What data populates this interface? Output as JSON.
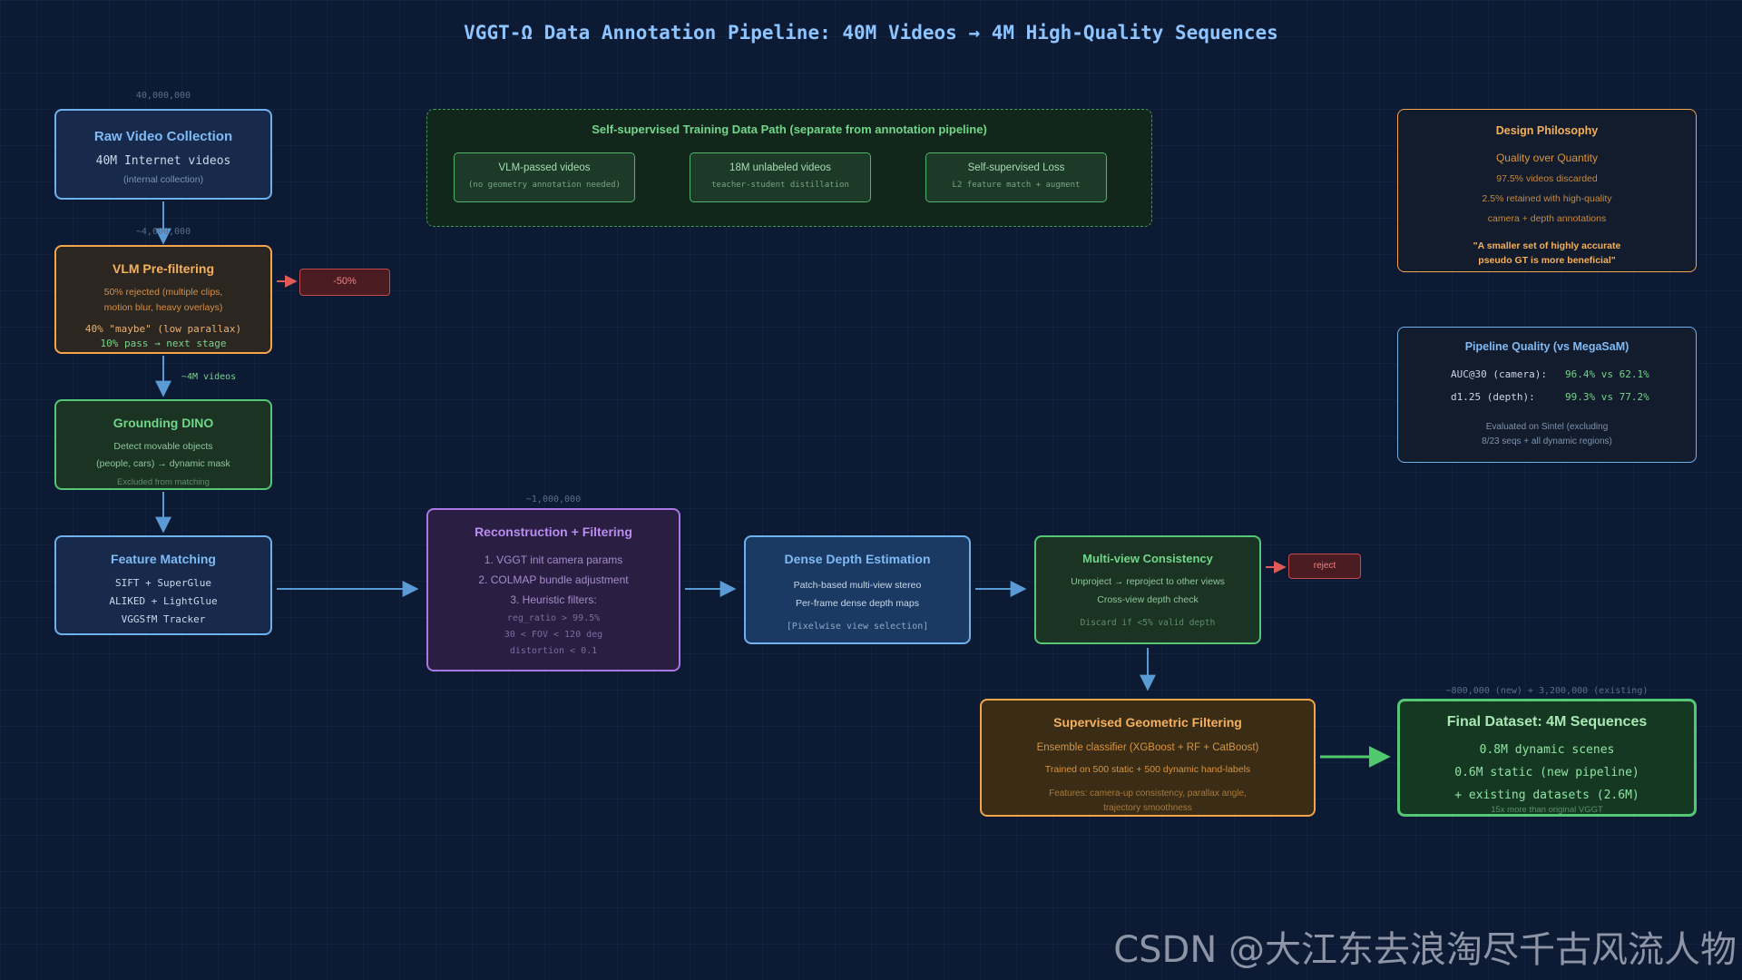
{
  "title": "VGGT-Ω Data Annotation Pipeline: 40M Videos → 4M High-Quality Sequences",
  "counts": {
    "raw": "40,000,000",
    "vlm": "~4,000,000",
    "recon": "~1,000,000",
    "final": "~800,000 (new) + 3,200,000 (existing)"
  },
  "raw_video": {
    "title": "Raw Video Collection",
    "line1": "40M Internet videos",
    "line2": "(internal collection)"
  },
  "vlm": {
    "title": "VLM Pre-filtering",
    "line1": "50% rejected (multiple clips,",
    "line2": "motion blur, heavy overlays)",
    "line3": "40% \"maybe\" (low parallax)",
    "line4": "10% pass → next stage",
    "reject_badge": "-50%",
    "arrow_label": "~4M videos"
  },
  "dino": {
    "title": "Grounding DINO",
    "line1": "Detect movable objects",
    "line2": "(people, cars) → dynamic mask",
    "line3": "Excluded from matching"
  },
  "feature": {
    "title": "Feature Matching",
    "line1": "SIFT + SuperGlue",
    "line2": "ALIKED + LightGlue",
    "line3": "VGGSfM Tracker"
  },
  "recon": {
    "title": "Reconstruction + Filtering",
    "line1": "1. VGGT init camera params",
    "line2": "2. COLMAP bundle adjustment",
    "line3": "3. Heuristic filters:",
    "line4": "reg_ratio > 99.5%",
    "line5": "30 < FOV < 120 deg",
    "line6": "distortion < 0.1"
  },
  "depth": {
    "title": "Dense Depth Estimation",
    "line1": "Patch-based multi-view stereo",
    "line2": "Per-frame dense depth maps",
    "line3": "[Pixelwise view selection]"
  },
  "multiview": {
    "title": "Multi-view Consistency",
    "line1": "Unproject → reproject to other views",
    "line2": "Cross-view depth check",
    "line3": "Discard if <5% valid depth",
    "reject_badge": "reject"
  },
  "supervised": {
    "title": "Supervised Geometric Filtering",
    "line1": "Ensemble classifier (XGBoost + RF + CatBoost)",
    "line2": "Trained on 500 static + 500 dynamic hand-labels",
    "line3": "Features: camera-up consistency, parallax angle,",
    "line4": "trajectory smoothness"
  },
  "final": {
    "title": "Final Dataset: 4M Sequences",
    "line1": "0.8M dynamic scenes",
    "line2": "0.6M static (new pipeline)",
    "line3": "+ existing datasets (2.6M)",
    "line4": "15x more than original VGGT"
  },
  "selfsup": {
    "title": "Self-supervised Training Data Path (separate from annotation pipeline)",
    "b1_title": "VLM-passed videos",
    "b1_sub": "(no geometry annotation needed)",
    "b2_title": "18M unlabeled videos",
    "b2_sub": "teacher-student distillation",
    "b3_title": "Self-supervised Loss",
    "b3_sub": "L2 feature match + augment"
  },
  "design": {
    "title": "Design Philosophy",
    "line1": "Quality over Quantity",
    "line2": "97.5% videos discarded",
    "line3": "2.5% retained with high-quality",
    "line4": "camera + depth annotations",
    "quote1": "\"A smaller set of highly accurate",
    "quote2": "pseudo GT is more beneficial\""
  },
  "quality": {
    "title": "Pipeline Quality (vs MegaSaM)",
    "m1_label": "AUC@30 (camera):",
    "m1_value": "96.4% vs 62.1%",
    "m2_label": "d1.25 (depth):",
    "m2_value": "99.3% vs 77.2%",
    "note1": "Evaluated on Sintel (excluding",
    "note2": "8/23 seqs + all dynamic regions)"
  },
  "watermark": "CSDN @大江东去浪淘尽千古风流人物",
  "colors": {
    "blue": "#6fb1ee",
    "orange": "#f2a54a",
    "green": "#55c675",
    "purple": "#a977e6",
    "red": "#e05a5a",
    "title": "#8ec4ff"
  }
}
